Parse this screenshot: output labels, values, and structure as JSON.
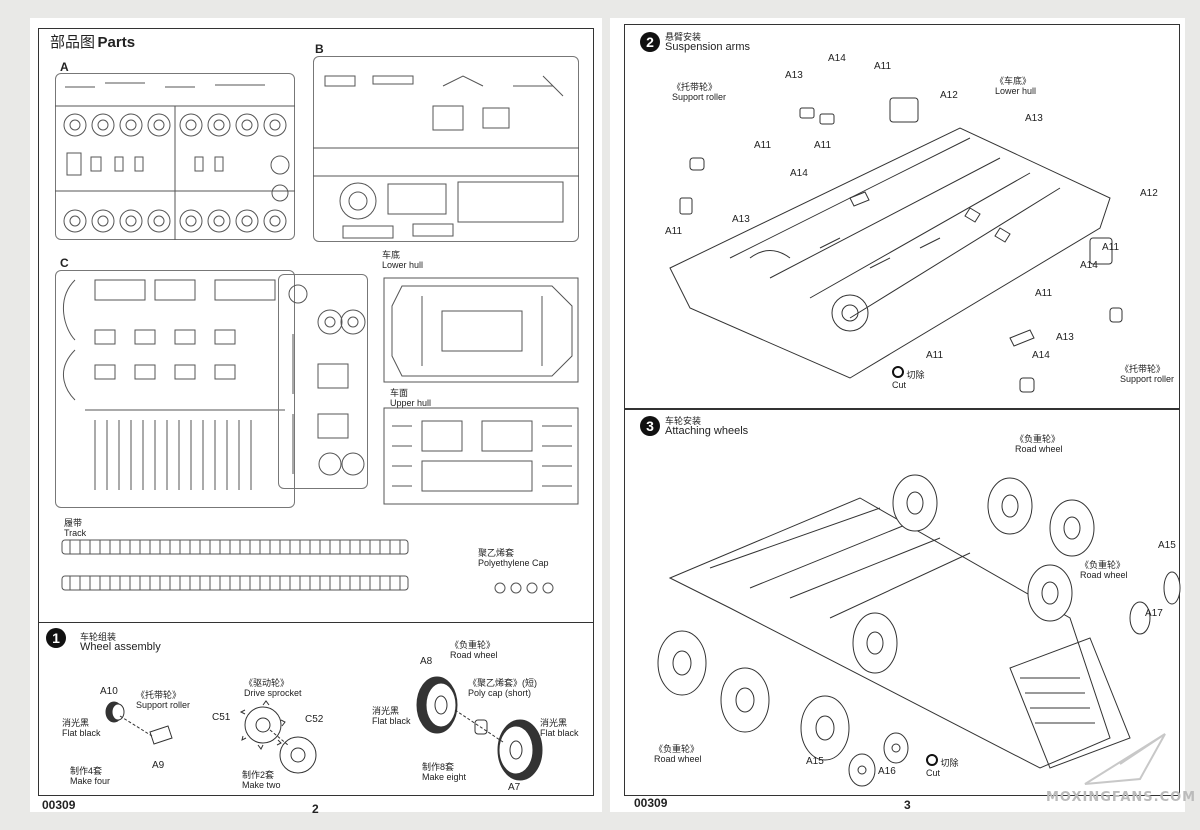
{
  "left_page": {
    "title_cn": "部品图",
    "title_en": "Parts",
    "sprue_letters": [
      "A",
      "B",
      "C"
    ],
    "lower_hull": {
      "cn": "车底",
      "en": "Lower hull"
    },
    "upper_hull": {
      "cn": "车面",
      "en": "Upper hull"
    },
    "track": {
      "cn": "履带",
      "en": "Track"
    },
    "poly_cap": {
      "cn": "聚乙烯套",
      "en": "Polyethylene Cap"
    },
    "step1": {
      "number": "1",
      "title_cn": "车轮组装",
      "title_en": "Wheel assembly",
      "support_roller": {
        "cn": "《托带轮》",
        "en": "Support roller"
      },
      "drive_sprocket": {
        "cn": "《驱动轮》",
        "en": "Drive sprocket"
      },
      "road_wheel": {
        "cn": "《负重轮》",
        "en": "Road wheel"
      },
      "poly_cap_short": {
        "cn": "《聚乙烯套》(短)",
        "en": "Poly cap (short)"
      },
      "flat_black_1": {
        "cn": "消光黑",
        "en": "Flat black"
      },
      "flat_black_2": {
        "cn": "消光黑",
        "en": "Flat black"
      },
      "flat_black_3": {
        "cn": "消光黑",
        "en": "Flat black"
      },
      "make_four": {
        "cn": "制作4套",
        "en": "Make four"
      },
      "make_two": {
        "cn": "制作2套",
        "en": "Make two"
      },
      "make_eight": {
        "cn": "制作8套",
        "en": "Make eight"
      },
      "parts": {
        "a10": "A10",
        "a9": "A9",
        "c51": "C51",
        "c52": "C52",
        "a8": "A8",
        "a7": "A7"
      }
    },
    "code": "00309",
    "page_number": "2"
  },
  "right_page": {
    "step2": {
      "number": "2",
      "title_cn": "悬臂安装",
      "title_en": "Suspension arms",
      "lower_hull": {
        "cn": "《车底》",
        "en": "Lower hull"
      },
      "support_roller_top": {
        "cn": "《托带轮》",
        "en": "Support roller"
      },
      "support_roller_bottom": {
        "cn": "《托带轮》",
        "en": "Support roller"
      },
      "cut": {
        "cn": "切除",
        "en": "Cut"
      },
      "parts": [
        "A14",
        "A13",
        "A11",
        "A12",
        "A13",
        "A11",
        "A11",
        "A14",
        "A13",
        "A11",
        "A12",
        "A11",
        "A14",
        "A11",
        "A13",
        "A14",
        "A11"
      ]
    },
    "step3": {
      "number": "3",
      "title_cn": "车轮安装",
      "title_en": "Attaching wheels",
      "road_wheel_top": {
        "cn": "《负重轮》",
        "en": "Road wheel"
      },
      "road_wheel_mid": {
        "cn": "《负重轮》",
        "en": "Road wheel"
      },
      "road_wheel_bottom": {
        "cn": "《负重轮》",
        "en": "Road wheel"
      },
      "cut": {
        "cn": "切除",
        "en": "Cut"
      },
      "parts": {
        "a15a": "A15",
        "a17": "A17",
        "a15b": "A15",
        "a16": "A16"
      }
    },
    "code": "00309",
    "page_number": "3"
  },
  "watermark": "MOXINGFANS.COM",
  "icons": [
    "step-badge",
    "scissors-cut-icon",
    "wheel-icon",
    "sprocket-icon",
    "hull-drawing",
    "sprue-frame",
    "watermark-logo"
  ]
}
